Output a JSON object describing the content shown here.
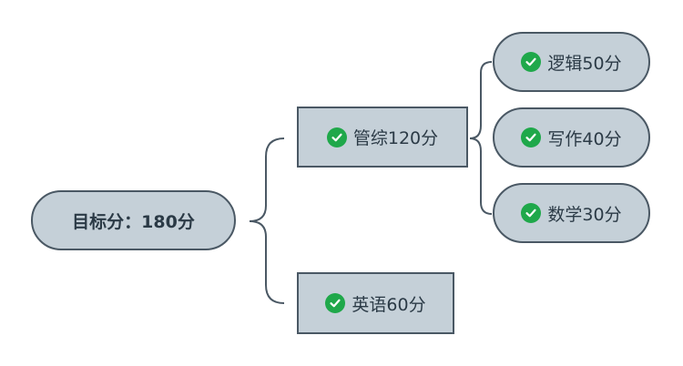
{
  "colors": {
    "node_fill": "#c5d0d8",
    "node_border": "#4a5864",
    "connector": "#4a5864",
    "check": "#1fa84a",
    "text": "#2b3a46"
  },
  "root": {
    "label": "目标分：180分"
  },
  "branches": [
    {
      "label": "管综120分",
      "icon": "check-circle-icon",
      "children": [
        {
          "label": "逻辑50分",
          "icon": "check-circle-icon"
        },
        {
          "label": "写作40分",
          "icon": "check-circle-icon"
        },
        {
          "label": "数学30分",
          "icon": "check-circle-icon"
        }
      ]
    },
    {
      "label": "英语60分",
      "icon": "check-circle-icon"
    }
  ]
}
